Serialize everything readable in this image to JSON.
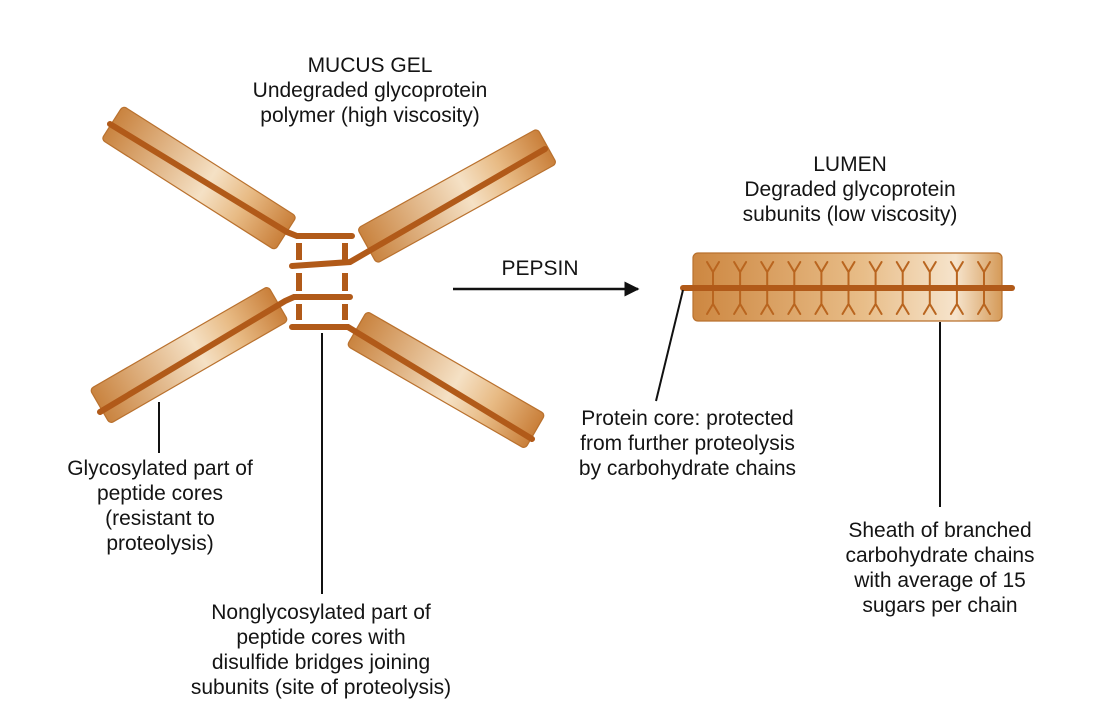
{
  "figure": {
    "colors": {
      "rod_dark": "#c9833f",
      "rod_light": "#f6e3c8",
      "rod_edge": "#b56a26",
      "core": "#b15a19",
      "leader": "#111111",
      "arrow": "#111111"
    },
    "mucus_gel": {
      "lines": [
        "MUCUS GEL",
        "Undegraded glycoprotein",
        "polymer (high viscosity)"
      ]
    },
    "lumen": {
      "lines": [
        "LUMEN",
        "Degraded glycoprotein",
        "subunits (low viscosity)"
      ]
    },
    "arrow": {
      "label": "PEPSIN"
    },
    "annotations": {
      "glycosylated": {
        "lines": [
          "Glycosylated part of",
          "peptide cores",
          "(resistant to",
          "proteolysis)"
        ]
      },
      "nonglycosylated": {
        "lines": [
          "Nonglycosylated part of",
          "peptide cores with",
          "disulfide bridges joining",
          "subunits (site of proteolysis)"
        ]
      },
      "protein_core": {
        "lines": [
          "Protein core: protected",
          "from further proteolysis",
          "by carbohydrate chains"
        ]
      },
      "sheath": {
        "lines": [
          "Sheath of branched",
          "carbohydrate chains",
          "with average of 15",
          "sugars per chain"
        ]
      }
    },
    "polymer": {
      "subunit_count": 4,
      "disulfide_bridge_rows": 4
    },
    "degraded_subunit": {
      "carbohydrate_chain_pairs": 11
    }
  }
}
